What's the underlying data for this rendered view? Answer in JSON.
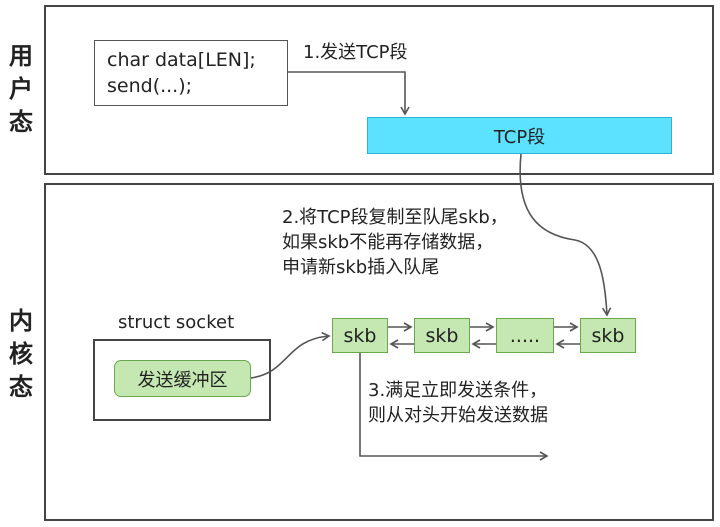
{
  "user_space": {
    "label": [
      "用",
      "户",
      "态"
    ],
    "code_lines": [
      "char data[LEN];",
      "send(...);"
    ],
    "step1": "1.发送TCP段",
    "tcp_segment": "TCP段"
  },
  "kernel_space": {
    "label": [
      "内",
      "核",
      "态"
    ],
    "step2_lines": [
      "2.将TCP段复制至队尾skb，",
      "如果skb不能再存储数据，",
      "申请新skb插入队尾"
    ],
    "struct_label": "struct socket",
    "send_buffer": "发送缓冲区",
    "skb_queue": [
      "skb",
      "skb",
      ".....",
      "skb"
    ],
    "step3_lines": [
      "3.满足立即发送条件，",
      "则从对头开始发送数据"
    ]
  },
  "colors": {
    "tcp_fill": "#5ce1ff",
    "skb_fill": "#c5e7b1",
    "border": "#444444"
  }
}
